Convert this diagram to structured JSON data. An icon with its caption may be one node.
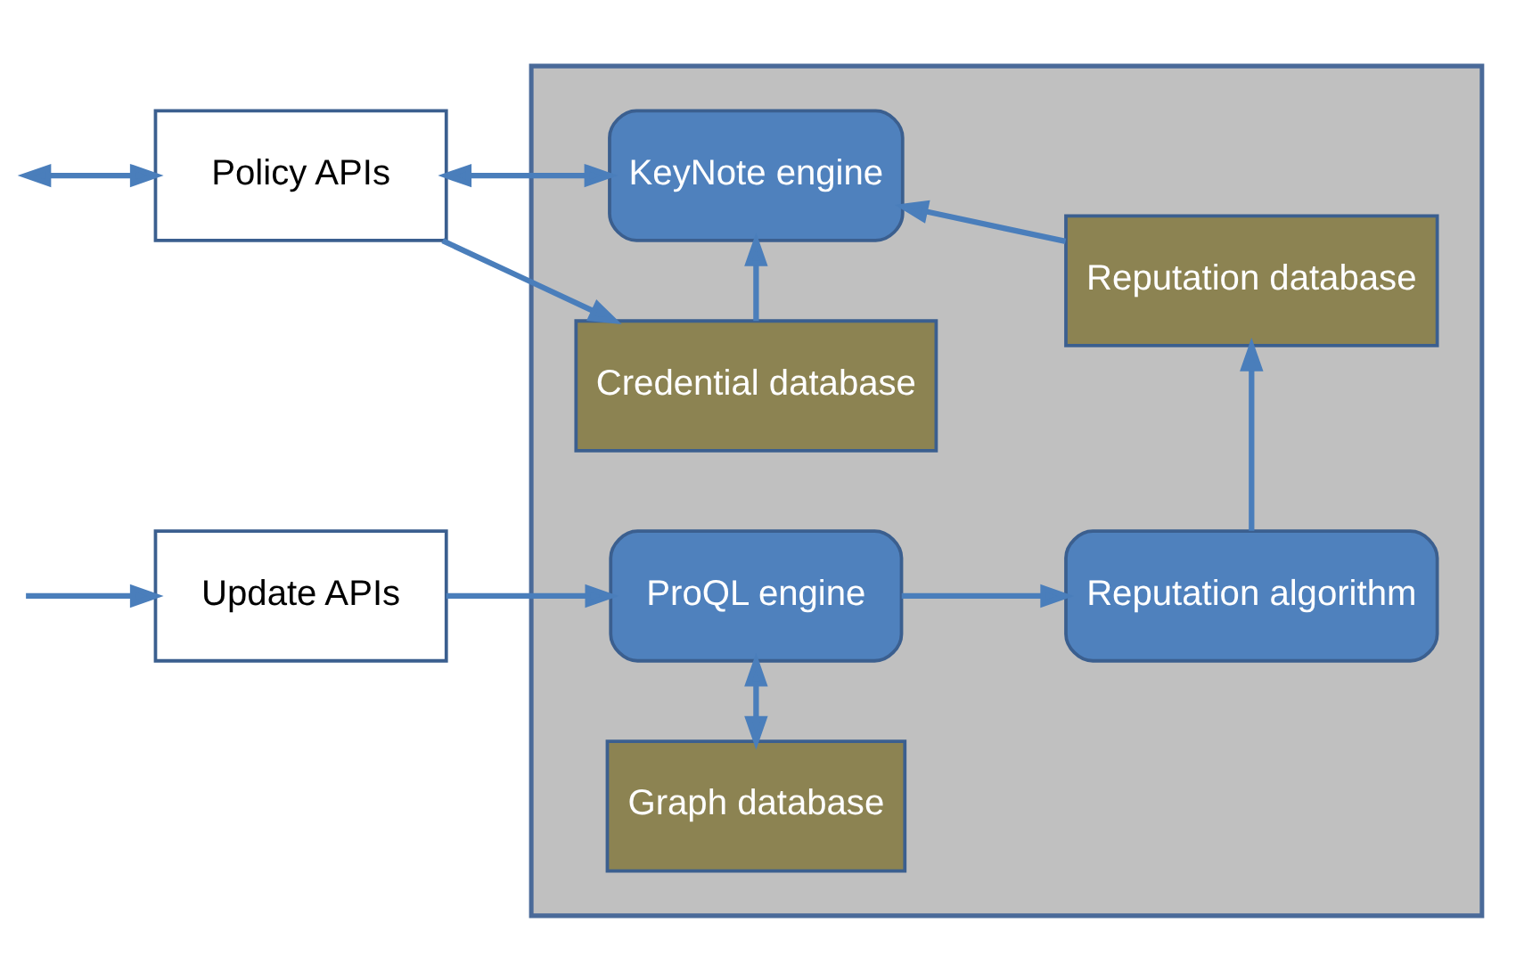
{
  "diagram": {
    "nodes": [
      {
        "text": [],
        "shape": "box"
      },
      {
        "text": [
          "Policy APIs"
        ]
      },
      {
        "text": [
          "KeyNote engine"
        ],
        "in": 0
      },
      {
        "text": [
          "Credential database"
        ],
        "in": 0
      },
      {
        "text": [
          "Reputation database"
        ],
        "in": 0
      },
      {
        "text": [
          "Update APIs"
        ]
      },
      {
        "text": [
          "ProQL engine"
        ],
        "in": 0
      },
      {
        "text": [
          "Reputation algorithm"
        ],
        "in": 0
      },
      {
        "text": [
          "Graph database"
        ],
        "in": 0
      }
    ],
    "edges": [
      {
        "from": null,
        "to": 1,
        "arrow": "both"
      },
      {
        "from": 1,
        "to": 2,
        "arrow": "both"
      },
      {
        "from": 1,
        "to": 3,
        "arrow": "to"
      },
      {
        "from": 3,
        "to": 2,
        "arrow": "to"
      },
      {
        "from": 4,
        "to": 2,
        "arrow": "to"
      },
      {
        "from": null,
        "to": 5,
        "arrow": "to"
      },
      {
        "from": 5,
        "to": 6,
        "arrow": "to"
      },
      {
        "from": 6,
        "to": 7,
        "arrow": "to"
      },
      {
        "from": 7,
        "to": 4,
        "arrow": "to"
      },
      {
        "from": 6,
        "to": 8,
        "arrow": "both"
      }
    ]
  }
}
